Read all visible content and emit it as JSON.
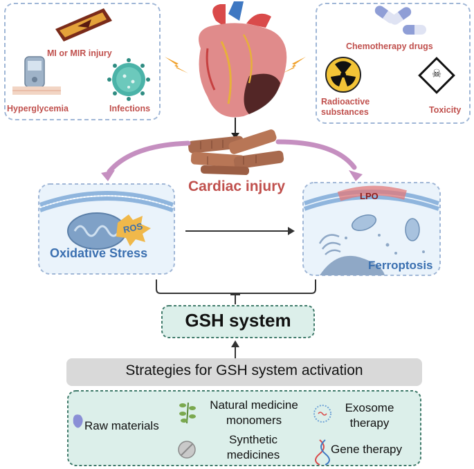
{
  "causes_left": {
    "mi_mir": "MI or MIR injury",
    "hyperglycemia": "Hyperglycemia",
    "infections": "Infections"
  },
  "causes_right": {
    "chemo": "Chemotherapy drugs",
    "radioactive_line1": "Radioactive",
    "radioactive_line2": "substances",
    "toxicity": "Toxicity"
  },
  "cardiac_injury": "Cardiac injury",
  "oxidative_stress": {
    "title": "Oxidative Stress",
    "ros": "ROS"
  },
  "ferroptosis": {
    "title": "Ferroptosis",
    "lpo": "LPO"
  },
  "gsh_system": "GSH system",
  "strategies_title": "Strategies for GSH system activation",
  "strategies": {
    "raw_materials": "Raw materials",
    "natural_line1": "Natural medicine",
    "natural_line2": "monomers",
    "synthetic_line1": "Synthetic",
    "synthetic_line2": "medicines",
    "exosome_line1": "Exosome",
    "exosome_line2": "therapy",
    "gene_therapy": "Gene therapy"
  },
  "colors": {
    "red_text": "#c0504d",
    "blue_text": "#3a6fb0",
    "purple_arrow": "#c58fc0",
    "teal_box": "#dcefea",
    "gray_banner": "#d9d9d9"
  }
}
